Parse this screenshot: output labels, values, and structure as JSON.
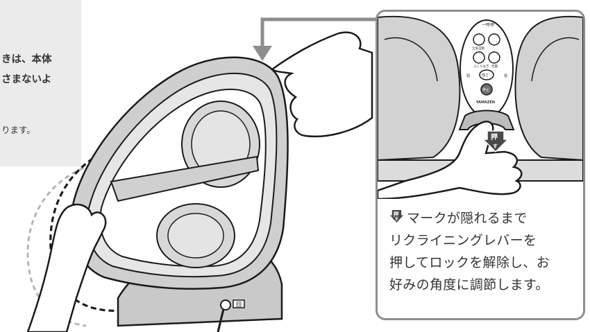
{
  "note": {
    "line1": "きは、本体",
    "line2": "さまないよ",
    "line3": "ります。"
  },
  "remote": {
    "top_label": "一時停",
    "btn_label_1": "全身自動",
    "btn_label_2": "ふくらはぎ",
    "btn_label_3": "足裏",
    "btn_label_4": "",
    "center_label": "強さ",
    "weak_label": "弱",
    "strong_label": "強",
    "stop_label": "停止",
    "brand": "YAMAZEN"
  },
  "push_icon": {
    "glyph": "押",
    "sub_glyph": "す"
  },
  "panel_badge": "回",
  "callout": {
    "line1": "マークが隠れるまで",
    "line2": "リクライニングレバーを",
    "line3": "押してロックを解除し、お",
    "line4": "好みの角度に調節します。"
  },
  "colors": {
    "border": "#8e8e8e",
    "note_bg": "#ebebeb",
    "arrow": "#8e8e8e",
    "dark_arrow": "#3a3a3a"
  }
}
